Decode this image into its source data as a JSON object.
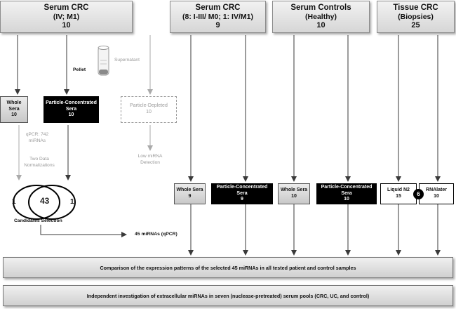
{
  "headers": [
    {
      "line1": "Serum CRC",
      "line2": "(IV; M1)",
      "line3": "10"
    },
    {
      "line1": "Serum CRC",
      "line2": "(8: I-III/ M0; 1: IV/M1)",
      "line3": "9"
    },
    {
      "line1": "Serum Controls",
      "line2": "(Healthy)",
      "line3": "10"
    },
    {
      "line1": "Tissue CRC",
      "line2": "(Biopsies)",
      "line3": "25"
    }
  ],
  "left_branch": {
    "pellet": "Pellet",
    "supernatant": "Supernatant",
    "whole_sera": {
      "label": "Whole Sera",
      "count": "10"
    },
    "particle_sera": {
      "label": "Particle-Concentrated Sera",
      "count": "10"
    },
    "particle_depleted": {
      "label": "Particle-Depleted",
      "count": "10"
    },
    "qpcr_note": "qPCR: 742 miRNAs",
    "normalization_note": "Two Data Normalizations",
    "low_detection_note": "Low miRNA Detection",
    "venn": {
      "left": "1",
      "center": "43",
      "right": "1"
    },
    "candidates_label": "Candidates Selection",
    "result_label": "45 miRNAs (qPCR)"
  },
  "sample_boxes": [
    {
      "label": "Whole Sera",
      "count": "9"
    },
    {
      "label": "Particle-Concentrated Sera",
      "count": "9"
    },
    {
      "label": "Whole Sera",
      "count": "10"
    },
    {
      "label": "Particle-Concentrated Sera",
      "count": "10"
    },
    {
      "label": "Liquid N2",
      "count": "15"
    },
    {
      "label": "RNAlater",
      "count": "10"
    }
  ],
  "overlap_badge": "6",
  "comparison_bar": "Comparison of the expression patterns of the selected 45 miRNAs in all tested patient and control samples",
  "investigation_bar": "Independent investigation of extracellular miRNAs in seven (nuclease-pretreated) serum pools (CRC, UC, and control)",
  "colors": {
    "dark_arrow": "#3a3a3a",
    "light_arrow": "#aaaaaa",
    "black_box": "#000000"
  }
}
